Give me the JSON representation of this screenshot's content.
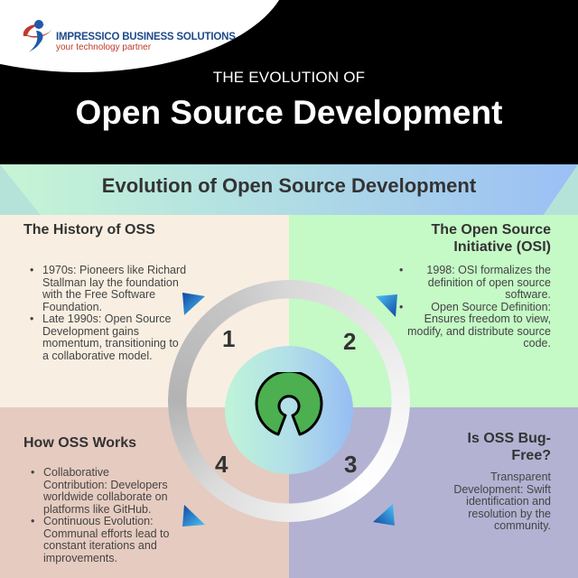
{
  "header": {
    "company_name": "IMPRESSICO BUSINESS SOLUTIONS",
    "tagline": "your technology partner",
    "subtitle": "THE EVOLUTION OF",
    "title": "Open Source Development"
  },
  "banner": {
    "title": "Evolution of Open Source Development"
  },
  "center": {
    "icon": "open-source-initiative-keyhole-icon",
    "numbers": [
      "1",
      "2",
      "3",
      "4"
    ]
  },
  "sections": [
    {
      "number": "1",
      "title": "The History of OSS",
      "bullets": [
        "1970s: Pioneers like Richard Stallman lay the foundation with the Free Software Foundation.",
        "Late 1990s: Open Source Development gains momentum, transitioning to a collaborative model."
      ],
      "bg": "#f8efe2"
    },
    {
      "number": "2",
      "title": "The Open Source Initiative (OSI)",
      "bullets": [
        "1998: OSI formalizes the definition of open source software.",
        "Open Source Definition: Ensures freedom to view, modify, and distribute source code."
      ],
      "bg": "#c5f9c6"
    },
    {
      "number": "3",
      "title": "Is OSS Bug-Free?",
      "text": "Transparent Development: Swift identification and resolution by the community.",
      "bg": "#b3b2d2"
    },
    {
      "number": "4",
      "title": "How OSS Works",
      "bullets": [
        "Collaborative Contribution: Developers worldwide collaborate on platforms like GitHub.",
        "Continuous Evolution: Communal efforts lead to constant iterations and improvements."
      ],
      "bg": "#e6cbc0"
    }
  ],
  "colors": {
    "header_bg": "#000000",
    "brand_blue": "#1e4a8a",
    "brand_red": "#c0392b",
    "osi_green": "#4caf50",
    "arrow_blue": "#1565c0"
  }
}
